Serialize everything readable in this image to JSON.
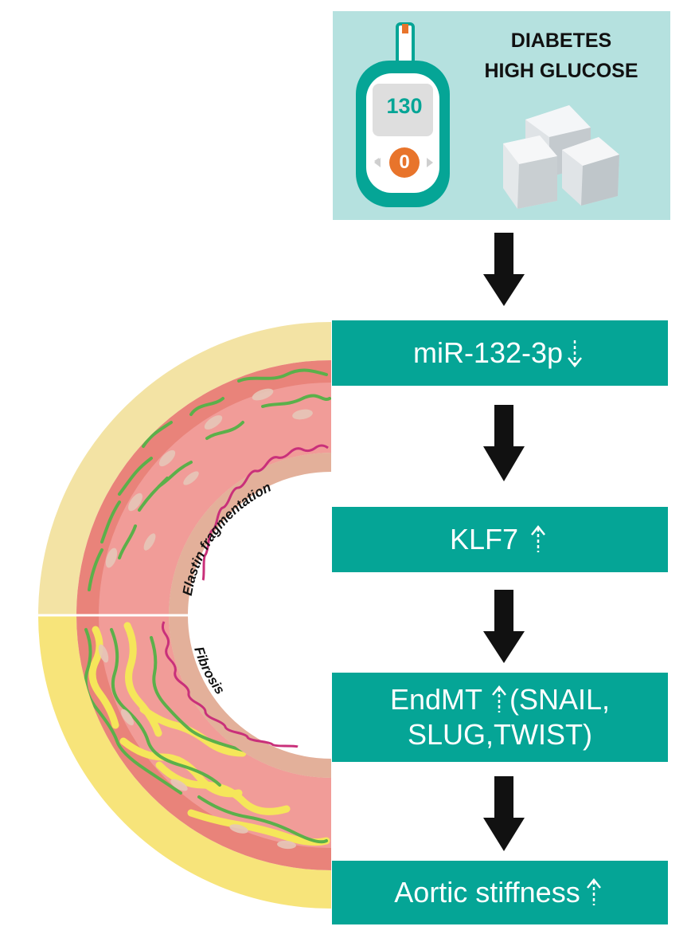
{
  "top_panel": {
    "title_line1": "DIABETES",
    "title_line2": "HIGH GLUCOSE",
    "meter_reading": "130",
    "meter_button": "0",
    "background_color": "#b5e1df"
  },
  "pathway": [
    {
      "id": "mir",
      "text": "miR-132-3p",
      "direction": "down"
    },
    {
      "id": "klf7",
      "text": "KLF7",
      "direction": "up"
    },
    {
      "id": "endmt",
      "line1_text": "EndMT",
      "line1_suffix": "(SNAIL,",
      "line2": "SLUG,TWIST)",
      "direction": "up"
    },
    {
      "id": "stiffness",
      "text": "Aortic stiffness",
      "direction": "up"
    }
  ],
  "vessel": {
    "upper_label": "Elastin fragmentation",
    "lower_label": "Fibrosis"
  },
  "colors": {
    "box": "#05a596",
    "box_text": "#ffffff",
    "arrow": "#111111",
    "adventitia_upper": "#f3e3a4",
    "adventitia_lower": "#f7e47a",
    "media": "#e9837a",
    "media_inner": "#f2a3a0",
    "intima": "#e3b09a",
    "elastin": "#5bb04a",
    "collagen": "#f5e65a"
  }
}
